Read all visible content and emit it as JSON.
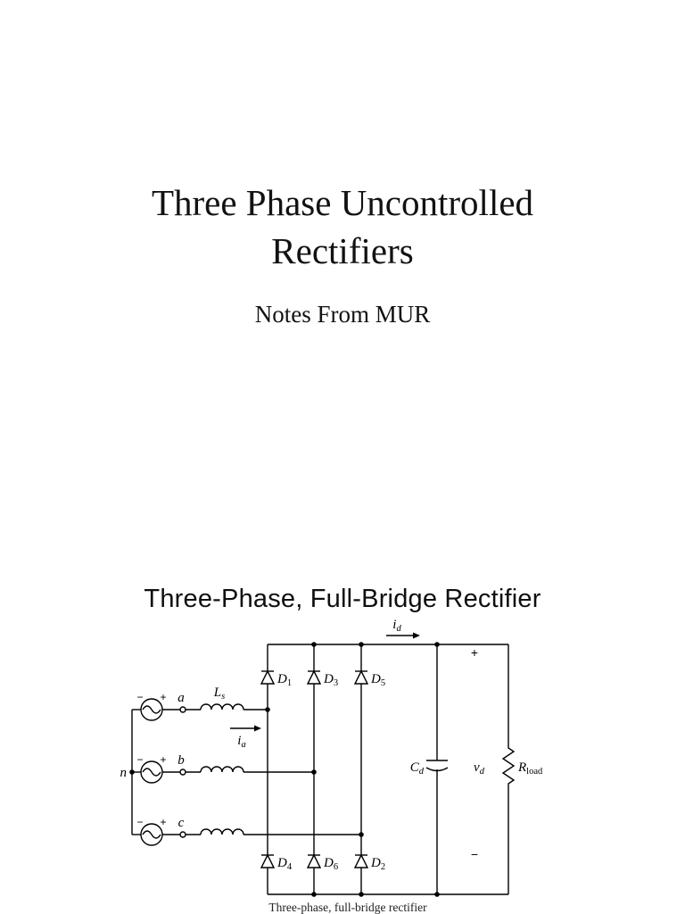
{
  "slide": {
    "title_line1": "Three Phase Uncontrolled",
    "title_line2": "Rectifiers",
    "subtitle": "Notes From MUR"
  },
  "figure": {
    "heading": "Three-Phase, Full-Bridge Rectifier",
    "caption": "Three-phase, full-bridge rectifier"
  },
  "circuit": {
    "neutral_label": "n",
    "phase_terminals": [
      "a",
      "b",
      "c"
    ],
    "source_minus": "−",
    "source_plus": "+",
    "inductor_label": {
      "main": "L",
      "sub": "s"
    },
    "phase_current": {
      "main": "i",
      "sub": "a"
    },
    "dc_current": {
      "main": "i",
      "sub": "d"
    },
    "capacitor_label": {
      "main": "C",
      "sub": "d"
    },
    "voltage_label": {
      "main": "v",
      "sub": "d"
    },
    "load_label": {
      "main": "R",
      "sub": "load"
    },
    "diodes_top": [
      {
        "main": "D",
        "sub": "1"
      },
      {
        "main": "D",
        "sub": "3"
      },
      {
        "main": "D",
        "sub": "5"
      }
    ],
    "diodes_bottom": [
      {
        "main": "D",
        "sub": "4"
      },
      {
        "main": "D",
        "sub": "6"
      },
      {
        "main": "D",
        "sub": "2"
      }
    ],
    "terminal_plus": "+",
    "terminal_minus": "−"
  }
}
